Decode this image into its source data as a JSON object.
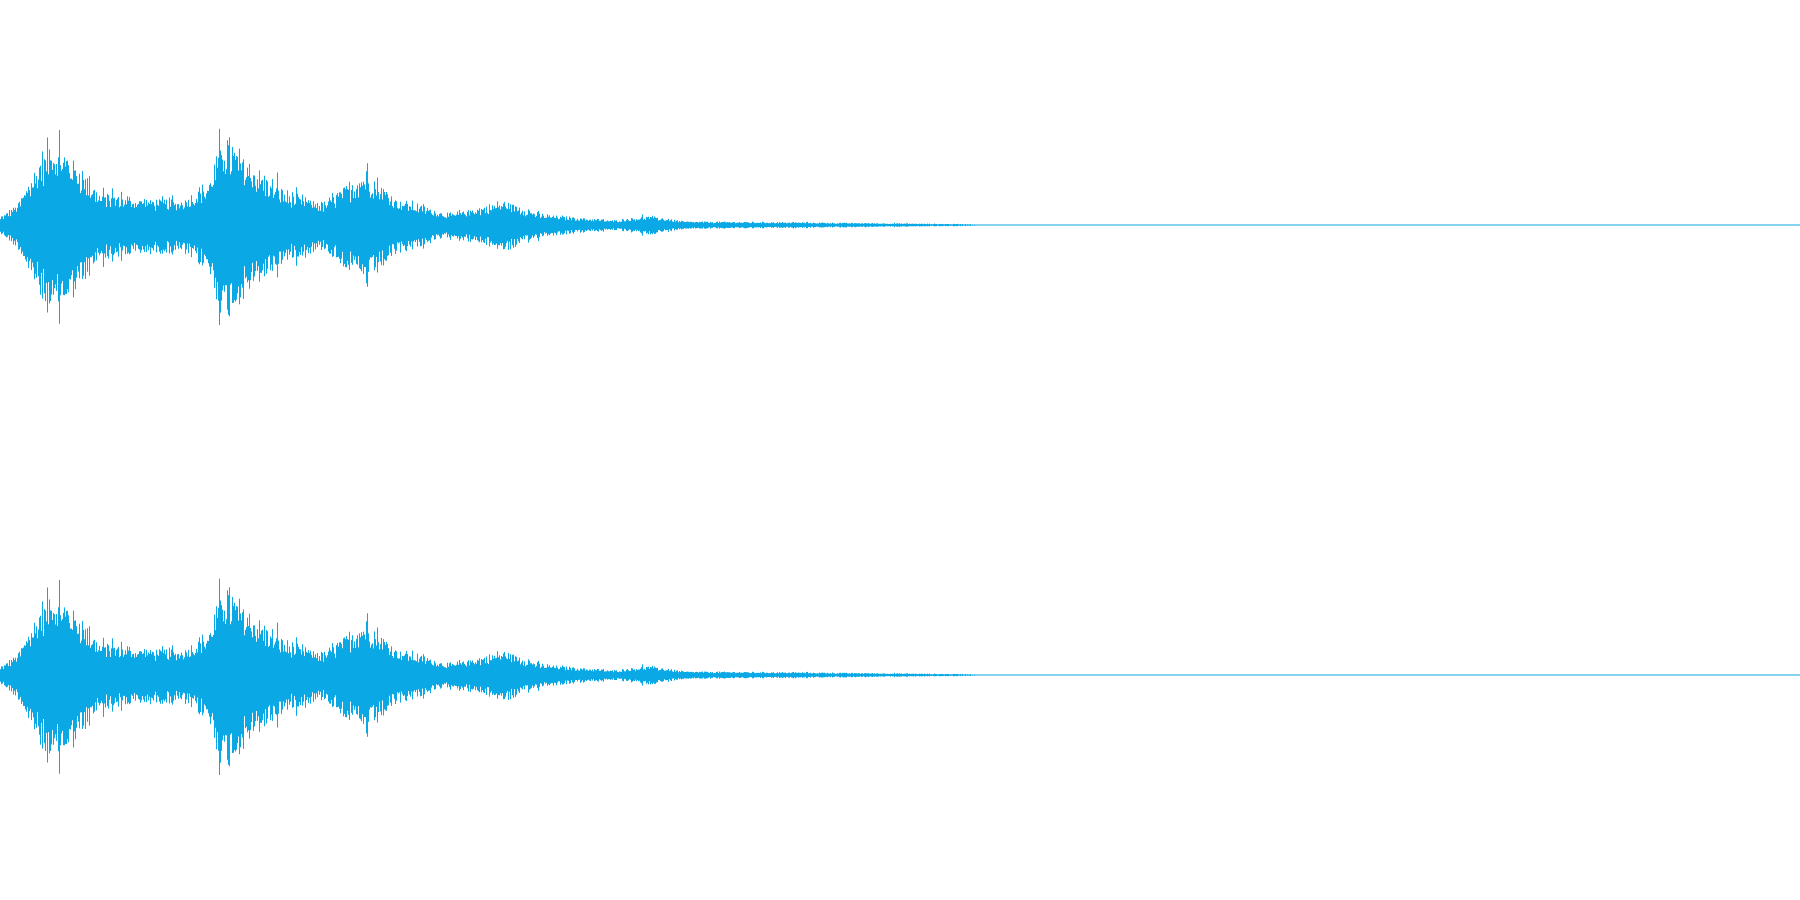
{
  "waveform": {
    "color": "#0aa8e4",
    "channel_count": 2,
    "envelope_peaks": [
      {
        "time": 0.0,
        "amp": 0.08
      },
      {
        "time": 0.01,
        "amp": 0.25
      },
      {
        "time": 0.028,
        "amp": 0.95
      },
      {
        "time": 0.04,
        "amp": 0.75
      },
      {
        "time": 0.055,
        "amp": 0.35
      },
      {
        "time": 0.08,
        "amp": 0.3
      },
      {
        "time": 0.1,
        "amp": 0.28
      },
      {
        "time": 0.115,
        "amp": 0.45
      },
      {
        "time": 0.124,
        "amp": 1.0
      },
      {
        "time": 0.14,
        "amp": 0.65
      },
      {
        "time": 0.16,
        "amp": 0.35
      },
      {
        "time": 0.18,
        "amp": 0.25
      },
      {
        "time": 0.203,
        "amp": 0.62
      },
      {
        "time": 0.22,
        "amp": 0.3
      },
      {
        "time": 0.25,
        "amp": 0.12
      },
      {
        "time": 0.281,
        "amp": 0.27
      },
      {
        "time": 0.3,
        "amp": 0.12
      },
      {
        "time": 0.34,
        "amp": 0.05
      },
      {
        "time": 0.36,
        "amp": 0.1
      },
      {
        "time": 0.38,
        "amp": 0.04
      },
      {
        "time": 0.44,
        "amp": 0.03
      },
      {
        "time": 0.54,
        "amp": 0.01
      },
      {
        "time": 0.545,
        "amp": 0.0
      },
      {
        "time": 1.0,
        "amp": 0.0
      }
    ]
  }
}
